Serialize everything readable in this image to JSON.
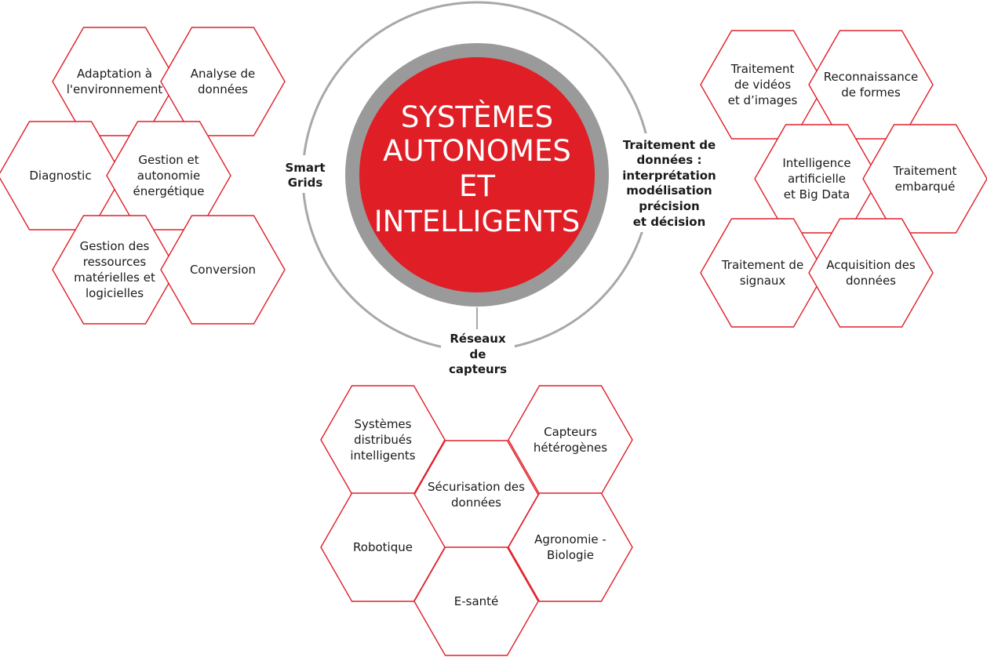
{
  "center": {
    "title_lines": [
      "SYSTÈMES",
      "AUTONOMES",
      "ET",
      "INTELLIGENTS"
    ],
    "fill_color": "#e01e26",
    "ring_color": "#9a9a9a"
  },
  "connectors": {
    "smart_grids": [
      "Smart",
      "Grids"
    ],
    "traitement": [
      "Traitement de",
      "données :",
      "interprétation",
      "modélisation",
      "précision",
      "et décision"
    ],
    "reseaux": [
      "Réseaux",
      "de",
      "capteurs"
    ]
  },
  "clusters": {
    "left": [
      {
        "name": "adaptation",
        "lines": [
          "Adaptation à",
          "l'environnement"
        ]
      },
      {
        "name": "analyse",
        "lines": [
          "Analyse de",
          "données"
        ]
      },
      {
        "name": "diagnostic",
        "lines": [
          "Diagnostic"
        ]
      },
      {
        "name": "gestion-energie",
        "lines": [
          "Gestion et",
          "autonomie",
          "énergétique"
        ]
      },
      {
        "name": "gestion-ressources",
        "lines": [
          "Gestion des",
          "ressources",
          "matérielles et",
          "logicielles"
        ]
      },
      {
        "name": "conversion",
        "lines": [
          "Conversion"
        ]
      }
    ],
    "right": [
      {
        "name": "traitement-videos",
        "lines": [
          "Traitement",
          "de vidéos",
          "et d’images"
        ]
      },
      {
        "name": "reconnaissance",
        "lines": [
          "Reconnaissance",
          "de formes"
        ]
      },
      {
        "name": "intelligence-artificielle",
        "lines": [
          "Intelligence",
          "artificielle",
          "et Big Data"
        ]
      },
      {
        "name": "traitement-embarque",
        "lines": [
          "Traitement",
          "embarqué"
        ]
      },
      {
        "name": "traitement-signaux",
        "lines": [
          "Traitement de",
          "signaux"
        ]
      },
      {
        "name": "acquisition",
        "lines": [
          "Acquisition des",
          "données"
        ]
      }
    ],
    "bottom": [
      {
        "name": "systemes-distribues",
        "lines": [
          "Systèmes",
          "distribués",
          "intelligents"
        ]
      },
      {
        "name": "capteurs-heterogenes",
        "lines": [
          "Capteurs",
          "hétérogènes"
        ]
      },
      {
        "name": "securisation",
        "lines": [
          "Sécurisation des",
          "données"
        ]
      },
      {
        "name": "robotique",
        "lines": [
          "Robotique"
        ]
      },
      {
        "name": "agronomie",
        "lines": [
          "Agronomie -",
          "Biologie"
        ]
      },
      {
        "name": "e-sante",
        "lines": [
          "E-santé"
        ]
      }
    ]
  },
  "colors": {
    "hex_stroke": "#e0202a",
    "outer_ring": "#a8a8a8",
    "text": "#1a1a1a"
  }
}
